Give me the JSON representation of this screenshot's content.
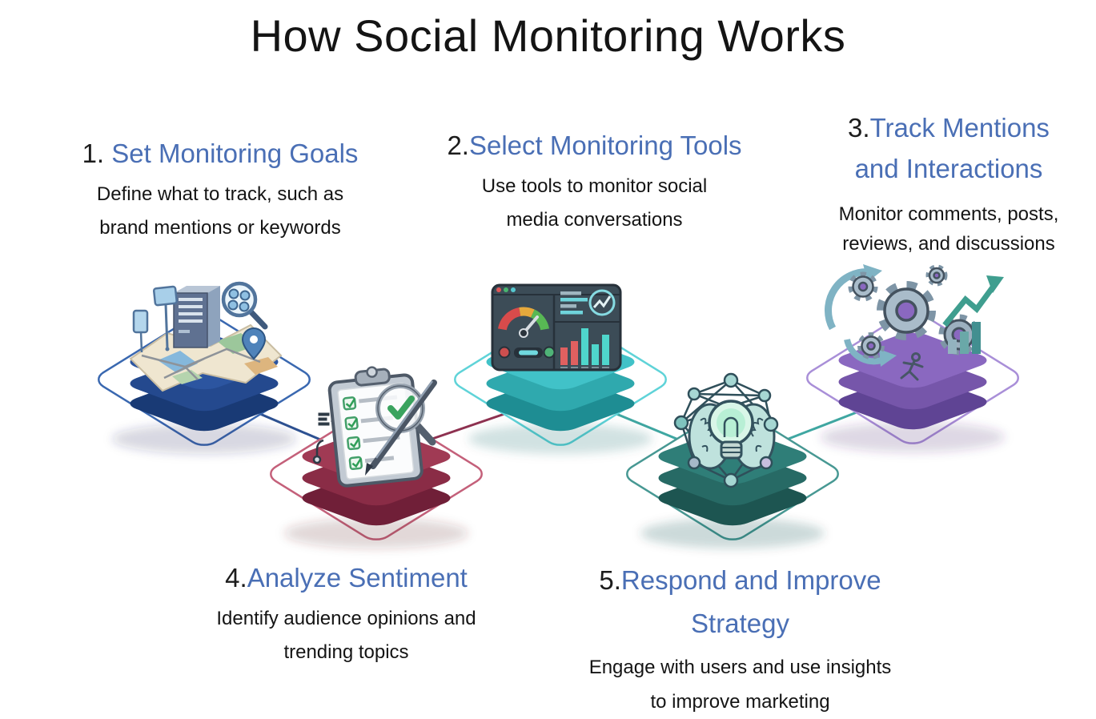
{
  "page": {
    "title": "How Social Monitoring Works",
    "background": "#ffffff",
    "title_color": "#141414",
    "accent_blue": "#4a6fb5",
    "text_color": "#151515"
  },
  "steps": [
    {
      "number": "1. ",
      "title_line1": "Set Monitoring Goals",
      "title_line2": "",
      "desc_line1": "Define what to track, such as",
      "desc_line2": "brand mentions or keywords",
      "icon": "map-location-platform-icon",
      "colors": {
        "top": "#2c55a0",
        "mid": "#24498e",
        "side": "#193a75",
        "outline": "#3a68b0"
      }
    },
    {
      "number": "2.",
      "title_line1": "Select Monitoring Tools",
      "title_line2": "",
      "desc_line1": "Use tools to monitor social",
      "desc_line2": "media conversations",
      "icon": "gauge-dashboard-platform-icon",
      "colors": {
        "top": "#41c2c8",
        "mid": "#2fa9ae",
        "side": "#1e8d93",
        "outline": "#5fd3d8"
      }
    },
    {
      "number": "3.",
      "title_line1": "Track Mentions",
      "title_line2": "and Interactions",
      "desc_line1": "Monitor comments, posts,",
      "desc_line2": "reviews, and discussions",
      "icon": "gears-growth-platform-icon",
      "colors": {
        "top": "#8a68c0",
        "mid": "#7656aa",
        "side": "#5f4494",
        "outline": "#a98fd8"
      }
    },
    {
      "number": "4.",
      "title_line1": "Analyze Sentiment",
      "title_line2": "",
      "desc_line1": "Identify audience opinions and",
      "desc_line2": "trending topics",
      "icon": "clipboard-checklist-platform-icon",
      "colors": {
        "top": "#a03a54",
        "mid": "#8a2c46",
        "side": "#701f38",
        "outline": "#c4607a"
      }
    },
    {
      "number": "5.",
      "title_line1": "Respond and Improve",
      "title_line2": "Strategy",
      "desc_line1": "Engage with users and use insights",
      "desc_line2": "to improve marketing",
      "icon": "brain-network-platform-icon",
      "colors": {
        "top": "#2f7e78",
        "mid": "#276a65",
        "side": "#1d5551",
        "outline": "#479893"
      }
    }
  ],
  "connectors": [
    {
      "name": "connector-step1-step4",
      "color": "#2d5192"
    },
    {
      "name": "connector-step4-step2",
      "color": "#8e3150"
    },
    {
      "name": "connector-step2-step5",
      "color": "#3fa7a2"
    },
    {
      "name": "connector-step5-step3",
      "color": "#3fa7a2"
    }
  ]
}
